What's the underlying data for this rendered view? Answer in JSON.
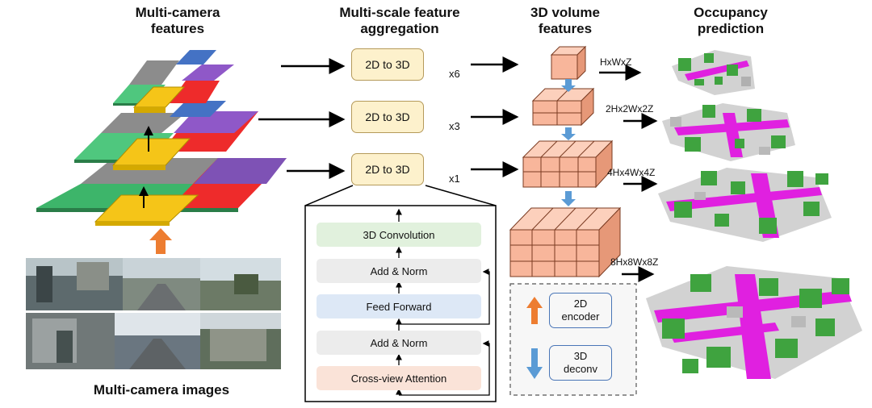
{
  "headers": {
    "multi_camera_features": [
      "Multi-camera",
      "features"
    ],
    "multi_scale_aggregation": [
      "Multi-scale feature",
      "aggregation"
    ],
    "volume_features": [
      "3D volume",
      "features"
    ],
    "occupancy_prediction": [
      "Occupancy",
      "prediction"
    ]
  },
  "footer": {
    "multi_camera_images": "Multi-camera images"
  },
  "aggregation_boxes": [
    {
      "label": "2D to 3D",
      "multiplier": "x6"
    },
    {
      "label": "2D to 3D",
      "multiplier": "x3"
    },
    {
      "label": "2D to 3D",
      "multiplier": "x1"
    }
  ],
  "volume_labels": [
    "HxWxZ",
    "2Hx2Wx2Z",
    "4Hx4Wx4Z",
    "8Hx8Wx8Z"
  ],
  "transformer_block": [
    "3D Convolution",
    "Add & Norm",
    "Feed Forward",
    "Add & Norm",
    "Cross-view Attention"
  ],
  "legend": {
    "encoder": [
      "2D",
      "encoder"
    ],
    "deconv": [
      "3D",
      "deconv"
    ]
  },
  "colors": {
    "box_fill": "#fdf1cc",
    "cube_fill": "#f8b69b",
    "conv_fill": "#e1f1dd",
    "norm_fill": "#ececec",
    "ff_fill": "#dde8f6",
    "attn_fill": "#fae3d8",
    "encoder_arrow": "#ed7d31",
    "deconv_arrow": "#5b9bd5",
    "occ_green": "#3fa33f",
    "occ_magenta": "#e020e0",
    "occ_gray": "#c7c7c7"
  }
}
